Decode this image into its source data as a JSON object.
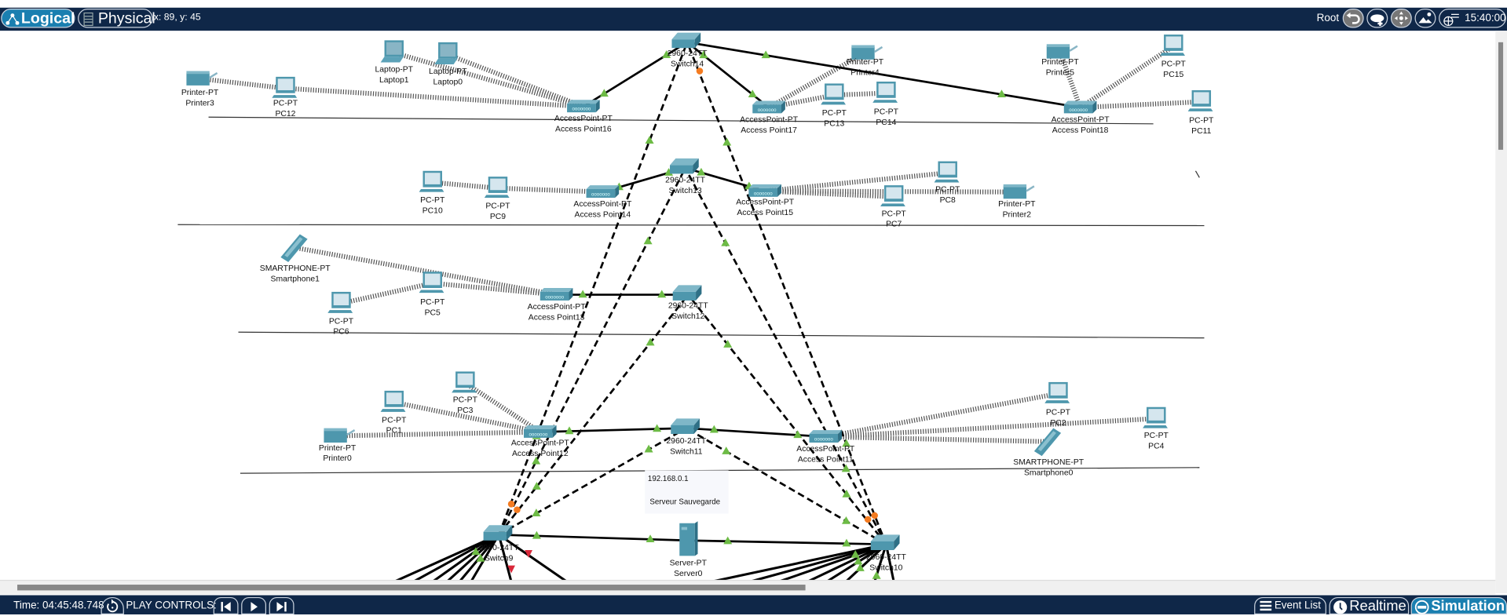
{
  "topbar": {
    "logical_label": "Logical",
    "physical_label": "Physical",
    "coords": "x: 89, y: 45",
    "root_label": "Root",
    "time": "15:40:00",
    "icons": [
      "undo-icon",
      "new-cluster-icon",
      "move-icon",
      "background-image-icon",
      "viewport-globe-icon"
    ]
  },
  "devices": [
    {
      "name": "Printer3",
      "model": "Printer-PT",
      "type": "printer"
    },
    {
      "name": "PC12",
      "model": "PC-PT",
      "type": "pc"
    },
    {
      "name": "Laptop1",
      "model": "Laptop-PT",
      "type": "laptop"
    },
    {
      "name": "Laptop0",
      "model": "Laptop-PT",
      "type": "laptop"
    },
    {
      "name": "Access Point16",
      "model": "AccessPoint-PT",
      "type": "ap"
    },
    {
      "name": "Switch14",
      "model": "2960-24TT",
      "type": "switch"
    },
    {
      "name": "Access Point17",
      "model": "AccessPoint-PT",
      "type": "ap"
    },
    {
      "name": "Printer4",
      "model": "Printer-PT",
      "type": "printer"
    },
    {
      "name": "PC13",
      "model": "PC-PT",
      "type": "pc"
    },
    {
      "name": "PC14",
      "model": "PC-PT",
      "type": "pc"
    },
    {
      "name": "Printer5",
      "model": "Printer-PT",
      "type": "printer"
    },
    {
      "name": "PC15",
      "model": "PC-PT",
      "type": "pc"
    },
    {
      "name": "Access Point18",
      "model": "AccessPoint-PT",
      "type": "ap"
    },
    {
      "name": "PC11",
      "model": "PC-PT",
      "type": "pc"
    },
    {
      "name": "PC10",
      "model": "PC-PT",
      "type": "pc"
    },
    {
      "name": "PC9",
      "model": "PC-PT",
      "type": "pc"
    },
    {
      "name": "Access Point14",
      "model": "AccessPoint-PT",
      "type": "ap"
    },
    {
      "name": "Switch13",
      "model": "2960-24TT",
      "type": "switch"
    },
    {
      "name": "Access Point15",
      "model": "AccessPoint-PT",
      "type": "ap"
    },
    {
      "name": "PC7",
      "model": "PC-PT",
      "type": "pc"
    },
    {
      "name": "PC8",
      "model": "PC-PT",
      "type": "pc"
    },
    {
      "name": "Printer2",
      "model": "Printer-PT",
      "type": "printer"
    },
    {
      "name": "Smartphone1",
      "model": "SMARTPHONE-PT",
      "type": "phone"
    },
    {
      "name": "PC6",
      "model": "PC-PT",
      "type": "pc"
    },
    {
      "name": "PC5",
      "model": "PC-PT",
      "type": "pc"
    },
    {
      "name": "Access Point13",
      "model": "AccessPoint-PT",
      "type": "ap"
    },
    {
      "name": "Switch12",
      "model": "2960-24TT",
      "type": "switch"
    },
    {
      "name": "Printer0",
      "model": "Printer-PT",
      "type": "printer"
    },
    {
      "name": "PC1",
      "model": "PC-PT",
      "type": "pc"
    },
    {
      "name": "PC3",
      "model": "PC-PT",
      "type": "pc"
    },
    {
      "name": "Access Point12",
      "model": "AccessPoint-PT",
      "type": "ap"
    },
    {
      "name": "Switch11",
      "model": "2960-24TT",
      "type": "switch"
    },
    {
      "name": "Access Point11",
      "model": "AccessPoint-PT",
      "type": "ap"
    },
    {
      "name": "PC2",
      "model": "PC-PT",
      "type": "pc"
    },
    {
      "name": "Smartphone0",
      "model": "SMARTPHONE-PT",
      "type": "phone"
    },
    {
      "name": "PC4",
      "model": "PC-PT",
      "type": "pc"
    },
    {
      "name": "Switch9",
      "model": "2960-24TT",
      "type": "switch"
    },
    {
      "name": "Server0",
      "model": "Server-PT",
      "type": "server"
    },
    {
      "name": "Switch10",
      "model": "2960-24TT",
      "type": "switch"
    }
  ],
  "links": {
    "wired": [
      [
        "Switch14",
        "Access Point16"
      ],
      [
        "Switch14",
        "Access Point17"
      ],
      [
        "Switch14",
        "Access Point18"
      ],
      [
        "Switch13",
        "Access Point14"
      ],
      [
        "Switch13",
        "Access Point15"
      ],
      [
        "Switch12",
        "Access Point13"
      ],
      [
        "Switch11",
        "Access Point12"
      ],
      [
        "Switch11",
        "Access Point11"
      ],
      [
        "Switch9",
        "Server0"
      ],
      [
        "Server0",
        "Switch10"
      ]
    ],
    "crossover": [
      [
        "Switch9",
        "Switch14"
      ],
      [
        "Switch9",
        "Switch13"
      ],
      [
        "Switch9",
        "Switch12"
      ],
      [
        "Switch9",
        "Switch11"
      ],
      [
        "Switch10",
        "Switch14"
      ],
      [
        "Switch10",
        "Switch13"
      ],
      [
        "Switch10",
        "Switch12"
      ],
      [
        "Switch10",
        "Switch11"
      ]
    ],
    "wireless": [
      [
        "Access Point16",
        "PC12"
      ],
      [
        "Access Point16",
        "Laptop1"
      ],
      [
        "Access Point16",
        "Laptop0"
      ],
      [
        "PC12",
        "Printer3"
      ],
      [
        "Access Point17",
        "Printer4"
      ],
      [
        "Access Point17",
        "PC13"
      ],
      [
        "PC13",
        "PC14"
      ],
      [
        "Access Point18",
        "Printer5"
      ],
      [
        "Access Point18",
        "PC15"
      ],
      [
        "Access Point18",
        "PC11"
      ],
      [
        "Access Point14",
        "PC9"
      ],
      [
        "PC9",
        "PC10"
      ],
      [
        "Access Point15",
        "PC7"
      ],
      [
        "Access Point15",
        "PC8"
      ],
      [
        "Access Point15",
        "Printer2"
      ],
      [
        "Access Point13",
        "Smartphone1"
      ],
      [
        "Access Point13",
        "PC5"
      ],
      [
        "PC5",
        "PC6"
      ],
      [
        "Access Point12",
        "Printer0"
      ],
      [
        "Access Point12",
        "PC1"
      ],
      [
        "Access Point12",
        "PC3"
      ],
      [
        "Access Point11",
        "PC2"
      ],
      [
        "Access Point11",
        "PC4"
      ],
      [
        "Access Point11",
        "Smartphone0"
      ]
    ]
  },
  "tooltip": {
    "ip": "192.168.0.1",
    "label": "Serveur Sauvegarde"
  },
  "colors": {
    "link_up": "#6dbb45",
    "link_down": "#d9283a",
    "link_pending": "#f47b20",
    "device": "#4e97ad",
    "bar": "#0f2748",
    "active": "#1a7fb0"
  },
  "bottombar": {
    "time": "Time: 04:45:48.748",
    "play_controls": "PLAY CONTROLS:",
    "event_list": "Event List",
    "realtime": "Realtime",
    "simulation": "Simulation"
  }
}
